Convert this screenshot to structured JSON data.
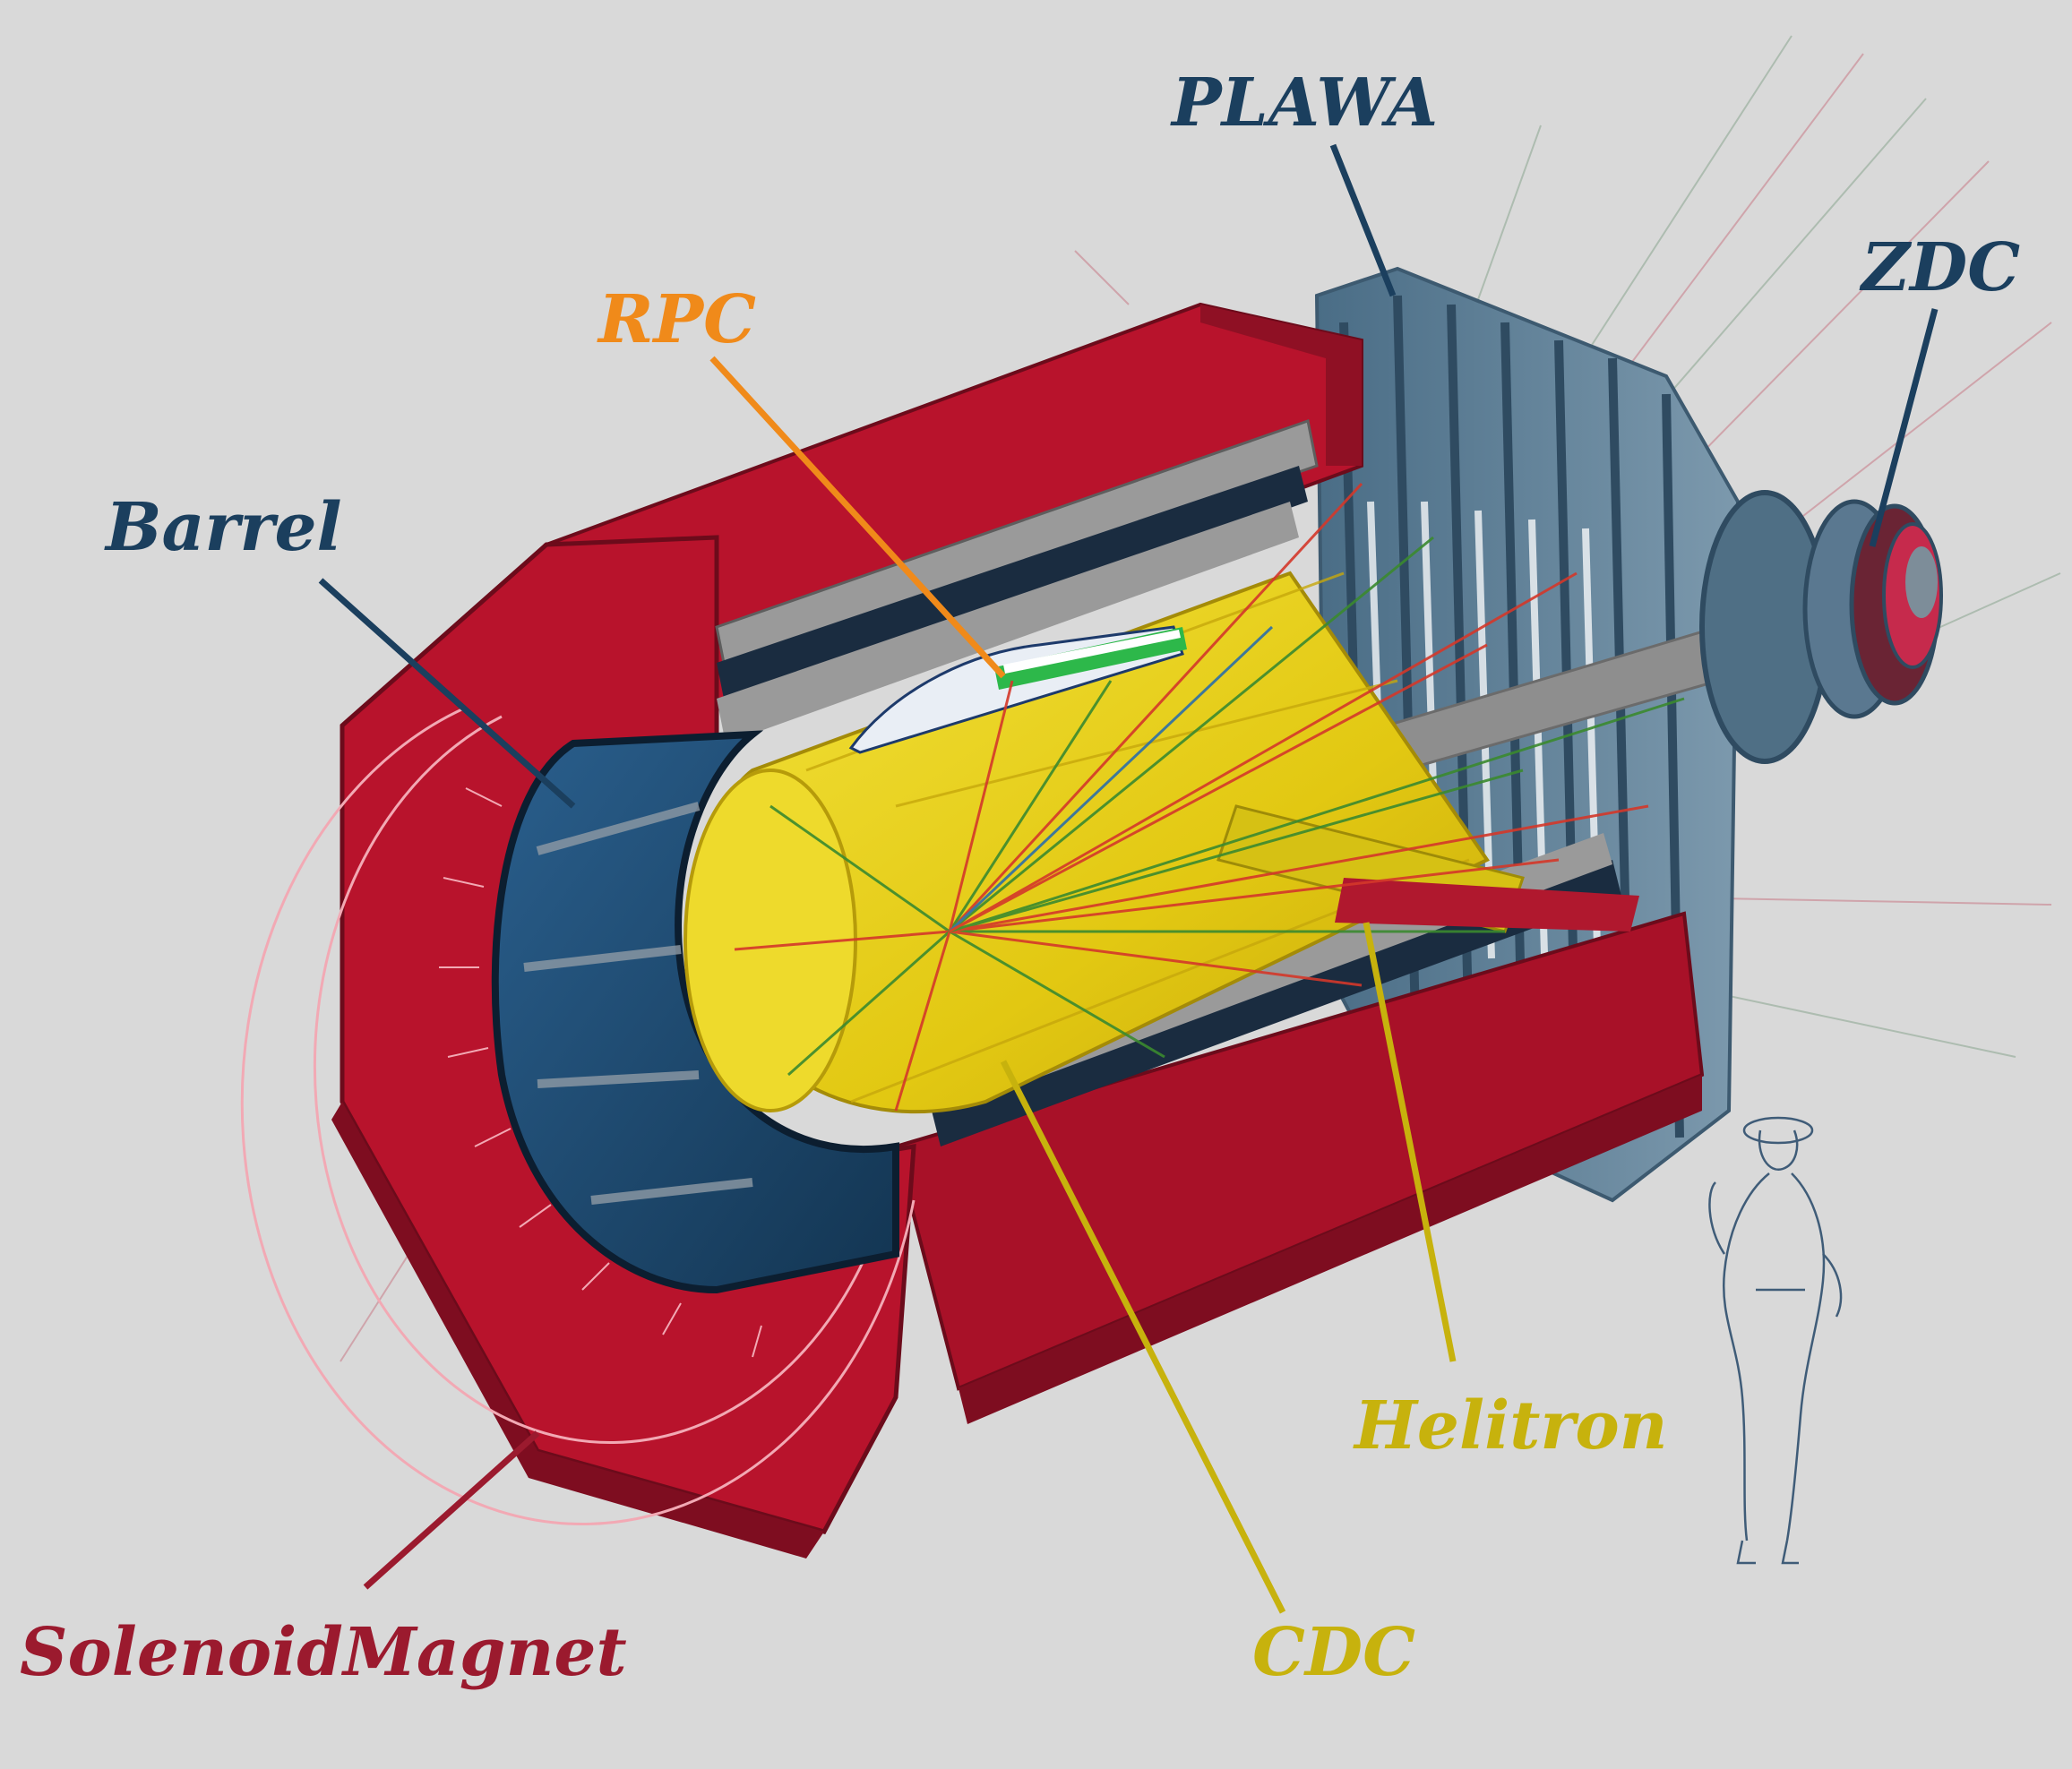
{
  "labels": {
    "plawa": "PLAWA",
    "zdc": "ZDC",
    "rpc": "RPC",
    "barrel": "Barrel",
    "helitron": "Helitron",
    "cdc": "CDC",
    "solenoid": "SolenoidMagnet"
  },
  "colors": {
    "background": "#d9d9d9",
    "solenoid_red": "#b8132c",
    "solenoid_dark": "#7e0d20",
    "barrel_blue": "#1f4e78",
    "cdc_yellow": "#e8d21a",
    "plawa_steel": "#5d7e96",
    "label_navy": "#1b3f5e",
    "label_orange": "#f08a1a",
    "label_gold": "#c7b20d",
    "label_crimson": "#9b1a2e"
  },
  "illustration": {
    "subject": "detector-cutaway",
    "includes_human-figure-for-scale": true
  }
}
